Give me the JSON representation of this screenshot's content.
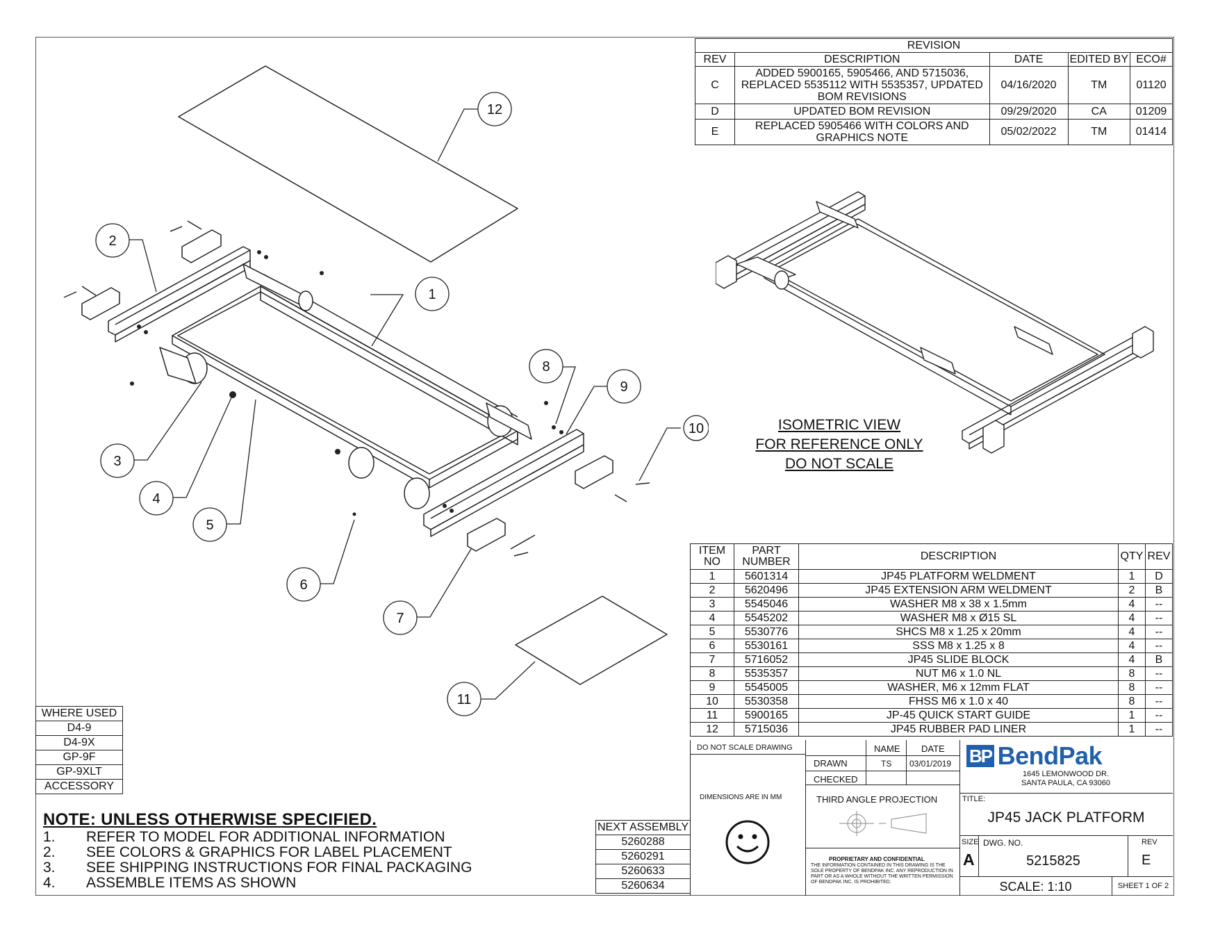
{
  "revision": {
    "title": "REVISION",
    "headers": [
      "REV",
      "DESCRIPTION",
      "DATE",
      "EDITED BY",
      "ECO#"
    ],
    "rows": [
      {
        "rev": "C",
        "desc": "ADDED 5900165, 5905466, AND 5715036, REPLACED 5535112 WITH 5535357, UPDATED BOM REVISIONS",
        "date": "04/16/2020",
        "edited_by": "TM",
        "eco": "01120"
      },
      {
        "rev": "D",
        "desc": "UPDATED BOM REVISION",
        "date": "09/29/2020",
        "edited_by": "CA",
        "eco": "01209"
      },
      {
        "rev": "E",
        "desc": "REPLACED 5905466 WITH COLORS AND GRAPHICS NOTE",
        "date": "05/02/2022",
        "edited_by": "TM",
        "eco": "01414"
      }
    ]
  },
  "iso_note": [
    "ISOMETRIC VIEW",
    "FOR REFERENCE ONLY",
    "DO NOT SCALE"
  ],
  "callouts": [
    "1",
    "2",
    "3",
    "4",
    "5",
    "6",
    "7",
    "8",
    "9",
    "10",
    "11",
    "12"
  ],
  "bom": {
    "headers": [
      "ITEM NO",
      "PART NUMBER",
      "DESCRIPTION",
      "QTY",
      "REV"
    ],
    "header_item": [
      "ITEM",
      "NO"
    ],
    "header_part": [
      "PART",
      "NUMBER"
    ],
    "rows": [
      {
        "item": "1",
        "part": "5601314",
        "desc": "JP45 PLATFORM WELDMENT",
        "qty": "1",
        "rev": "D"
      },
      {
        "item": "2",
        "part": "5620496",
        "desc": "JP45 EXTENSION ARM WELDMENT",
        "qty": "2",
        "rev": "B"
      },
      {
        "item": "3",
        "part": "5545046",
        "desc": "WASHER M8 x 38 x 1.5mm",
        "qty": "4",
        "rev": "--"
      },
      {
        "item": "4",
        "part": "5545202",
        "desc": "WASHER M8 x Ø15 SL",
        "qty": "4",
        "rev": "--"
      },
      {
        "item": "5",
        "part": "5530776",
        "desc": "SHCS M8 x 1.25 x 20mm",
        "qty": "4",
        "rev": "--"
      },
      {
        "item": "6",
        "part": "5530161",
        "desc": "SSS M8 x 1.25 x 8",
        "qty": "4",
        "rev": "--"
      },
      {
        "item": "7",
        "part": "5716052",
        "desc": "JP45 SLIDE BLOCK",
        "qty": "4",
        "rev": "B"
      },
      {
        "item": "8",
        "part": "5535357",
        "desc": "NUT M6 x 1.0 NL",
        "qty": "8",
        "rev": "--"
      },
      {
        "item": "9",
        "part": "5545005",
        "desc": "WASHER, M6 x 12mm FLAT",
        "qty": "8",
        "rev": "--"
      },
      {
        "item": "10",
        "part": "5530358",
        "desc": "FHSS M6 x 1.0 x 40",
        "qty": "8",
        "rev": "--"
      },
      {
        "item": "11",
        "part": "5900165",
        "desc": "JP-45 QUICK START GUIDE",
        "qty": "1",
        "rev": "--"
      },
      {
        "item": "12",
        "part": "5715036",
        "desc": "JP45 RUBBER PAD LINER",
        "qty": "1",
        "rev": "--"
      }
    ]
  },
  "where_used": {
    "title": "WHERE USED",
    "items": [
      "D4-9",
      "D4-9X",
      "GP-9F",
      "GP-9XLT",
      "ACCESSORY"
    ]
  },
  "notes": {
    "heading": "NOTE: UNLESS OTHERWISE SPECIFIED",
    "items": [
      {
        "num": "1.",
        "text": "REFER TO MODEL FOR ADDITIONAL INFORMATION"
      },
      {
        "num": "2.",
        "text": "SEE COLORS & GRAPHICS FOR LABEL PLACEMENT"
      },
      {
        "num": "3.",
        "text": "SEE SHIPPING INSTRUCTIONS FOR FINAL PACKAGING"
      },
      {
        "num": "4.",
        "text": "ASSEMBLE ITEMS AS SHOWN"
      }
    ]
  },
  "next_assembly": {
    "title": "NEXT ASSEMBLY",
    "items": [
      "5260288",
      "5260291",
      "5260633",
      "5260634"
    ]
  },
  "title_block": {
    "do_not_scale": "DO NOT SCALE DRAWING",
    "name_label": "NAME",
    "date_label": "DATE",
    "drawn_label": "DRAWN",
    "drawn_name": "TS",
    "drawn_date": "03/01/2019",
    "checked_label": "CHECKED",
    "dimensions": "DIMENSIONS ARE IN MM",
    "projection": "THIRD ANGLE PROJECTION",
    "company_logo": "BendPak",
    "logo_mark": "BP",
    "address1": "1645 LEMONWOOD DR.",
    "address2": "SANTA PAULA, CA 93060",
    "title_label": "TITLE:",
    "title": "JP45 JACK PLATFORM",
    "size_label": "SIZE",
    "size": "A",
    "dwg_label": "DWG. NO.",
    "dwg_no": "5215825",
    "rev_label": "REV",
    "rev": "E",
    "scale": "SCALE: 1:10",
    "sheet": "SHEET 1 OF 2",
    "prop_heading": "PROPRIETARY AND CONFIDENTIAL",
    "prop_text": "THE INFORMATION CONTAINED IN THIS DRAWING IS THE SOLE PROPERTY OF BENDPAK INC. ANY REPRODUCTION IN PART OR AS A WHOLE WITHOUT THE WRITTEN PERMISSION OF BENDPAK INC. IS PROHIBITED."
  },
  "colors": {
    "line": "#222222",
    "logo_blue": "#1f5fae"
  }
}
